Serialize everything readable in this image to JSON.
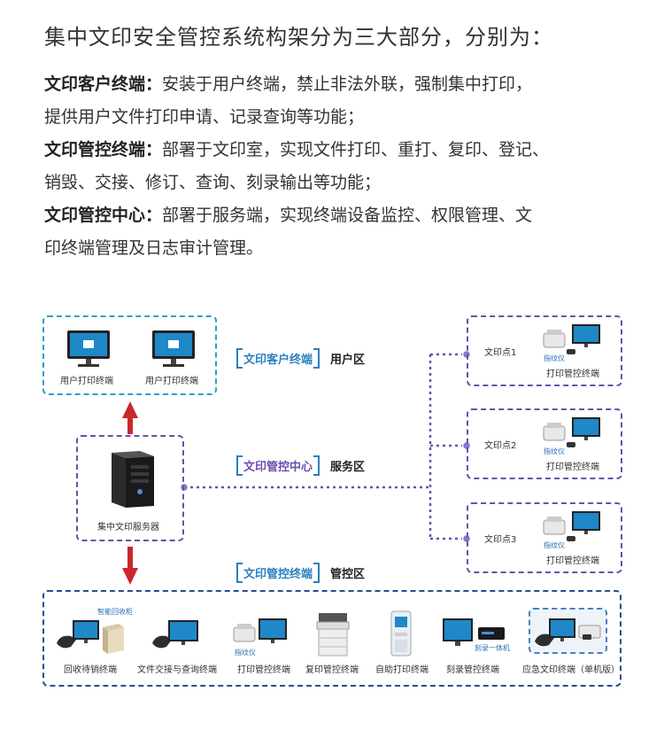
{
  "intro": {
    "headline": "集中文印安全管控系统构架分为三大部分，分别为：",
    "items": [
      {
        "term": "文印客户终端：",
        "desc_line1": "安装于用户终端，禁止非法外联，强制集中打印，",
        "desc_line2": "提供用户文件打印申请、记录查询等功能；"
      },
      {
        "term": "文印管控终端：",
        "desc_line1": "部署于文印室，实现文件打印、重打、复印、登记、",
        "desc_line2": "销毁、交接、修订、查询、刻录输出等功能；"
      },
      {
        "term": "文印管控中心：",
        "desc_line1": "部署于服务端，实现终端设备监控、权限管理、文",
        "desc_line2": "印终端管理及日志审计管理。"
      }
    ]
  },
  "diagram": {
    "user_zone": {
      "tag": "文印客户终端",
      "zone": "用户区",
      "terminals": [
        "用户打印终端",
        "用户打印终端"
      ]
    },
    "server_zone": {
      "tag": "文印管控中心",
      "zone": "服务区",
      "server_label": "集中文印服务器"
    },
    "control_zone": {
      "tag": "文印管控终端",
      "zone": "管控区",
      "devices": [
        {
          "label": "回收待销终端",
          "note": "智能回收柜"
        },
        {
          "label": "文件交接与查询终端",
          "note": ""
        },
        {
          "label": "打印管控终端",
          "note": "指纹仪"
        },
        {
          "label": "复印管控终端",
          "note": ""
        },
        {
          "label": "自助打印终端",
          "note": ""
        },
        {
          "label": "刻录管控终端",
          "note": "刻录一体机"
        },
        {
          "label": "应急文印终端（单机版）",
          "note": ""
        }
      ]
    },
    "print_points": [
      {
        "name": "文印点1",
        "note": "指纹仪",
        "label": "打印管控终端"
      },
      {
        "name": "文印点2",
        "note": "指纹仪",
        "label": "打印管控终端"
      },
      {
        "name": "文印点3",
        "note": "指纹仪",
        "label": "打印管控终端"
      }
    ],
    "colors": {
      "cyan": "#2aa0c8",
      "purple": "#6a4fb0",
      "navy": "#2a4d8f",
      "arrow_red": "#c8282d"
    }
  }
}
